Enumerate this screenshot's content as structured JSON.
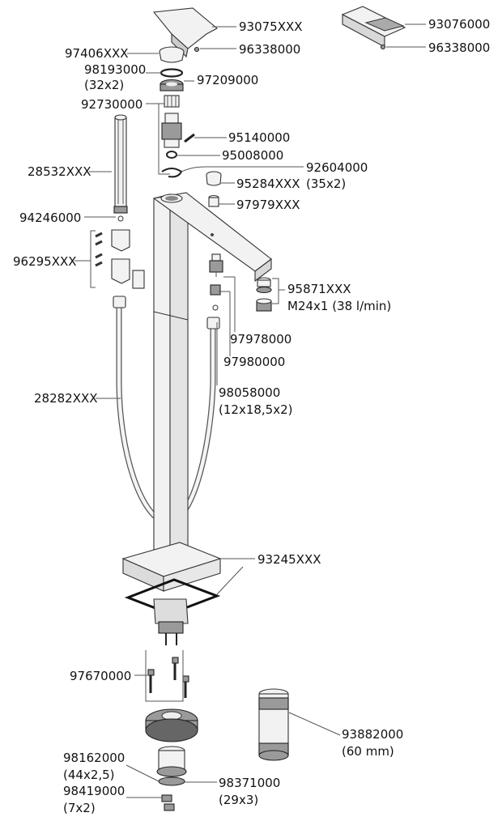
{
  "labels": {
    "p93075": "93075XXX",
    "p93076": "93076000",
    "p96338a": "96338000",
    "p96338b": "96338000",
    "p97406": "97406XXX",
    "p98193": "98193000",
    "p98193s": "(32x2)",
    "p97209": "97209000",
    "p92730": "92730000",
    "p95140": "95140000",
    "p95008": "95008000",
    "p92604": "92604000",
    "p92604s": "(35x2)",
    "p28532": "28532XXX",
    "p95284": "95284XXX",
    "p97979": "97979XXX",
    "p94246": "94246000",
    "p96295": "96295XXX",
    "p95871": "95871XXX",
    "p95871s": "M24x1 (38 l/min)",
    "p97978": "97978000",
    "p97980": "97980000",
    "p28282": "28282XXX",
    "p98058": "98058000",
    "p98058s": "(12x18,5x2)",
    "p93245": "93245XXX",
    "p97670": "97670000",
    "p93882": "93882000",
    "p93882s": "(60 mm)",
    "p98162": "98162000",
    "p98162s": "(44x2,5)",
    "p98371": "98371000",
    "p98371s": "(29x3)",
    "p98419": "98419000",
    "p98419s": "(7x2)"
  }
}
